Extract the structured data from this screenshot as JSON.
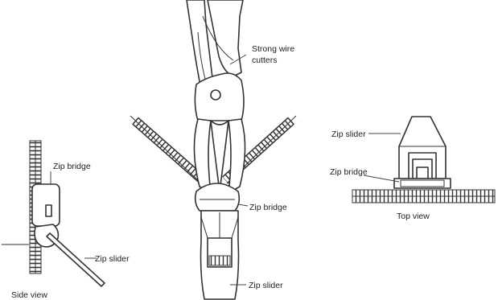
{
  "labels": {
    "cutters_line1": "Strong wire",
    "cutters_line2": "cutters",
    "zip_slider_top": "Zip slider",
    "zip_bridge_top": "Zip bridge",
    "top_view": "Top view",
    "zip_bridge_side": "Zip bridge",
    "zip_slider_side": "Zip slider",
    "side_view": "Side view",
    "zip_bridge_center": "Zip bridge",
    "zip_slider_center": "Zip slider"
  }
}
